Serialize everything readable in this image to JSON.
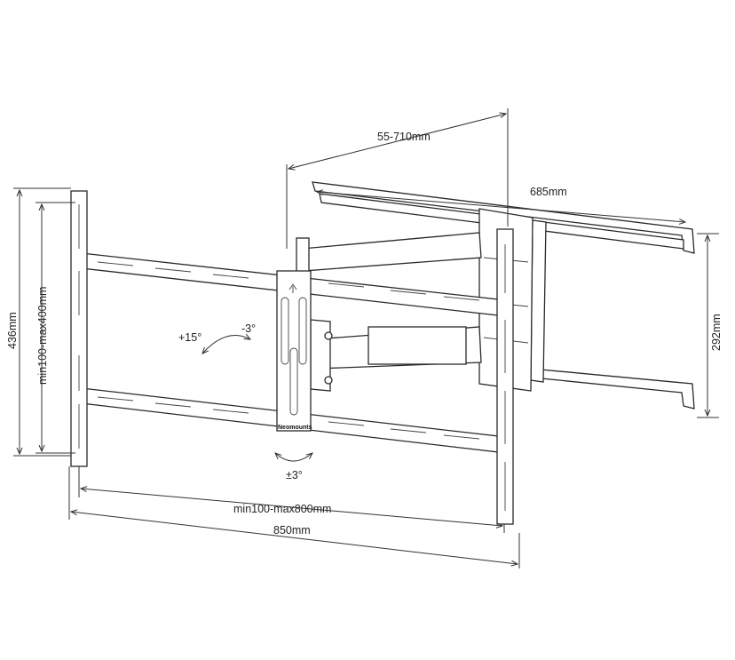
{
  "dimensions": {
    "depth": "55-710mm",
    "wall_plate_width": "685mm",
    "wall_plate_height": "292mm",
    "total_height": "436mm",
    "vesa_vertical": "min100-max400mm",
    "vesa_horizontal": "min100-max800mm",
    "total_width": "850mm"
  },
  "tilt": {
    "up": "+15°",
    "down": "-3°",
    "rotation": "±3°"
  },
  "brand": "Neomounts"
}
